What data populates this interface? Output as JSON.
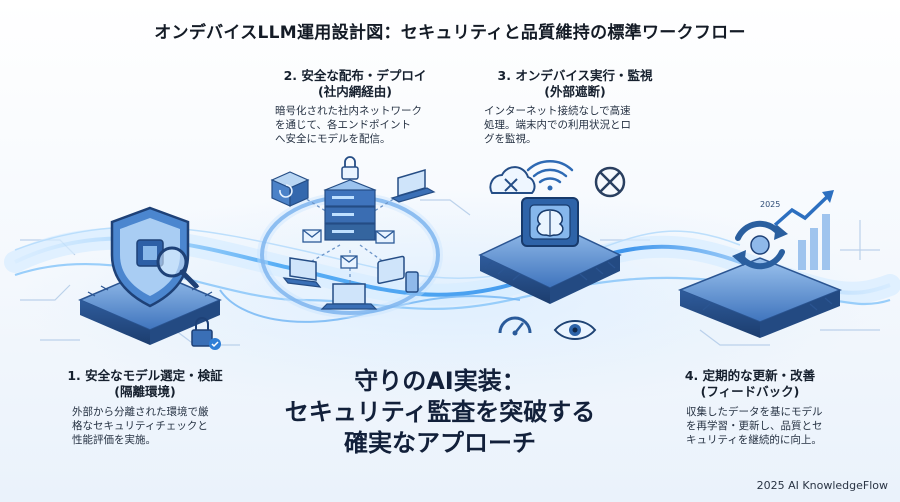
{
  "title": "オンデバイスLLM運用設計図：セキュリティと品質維持の標準ワークフロー",
  "steps": [
    {
      "heading": [
        "1. 安全なモデル選定・検証",
        "(隔離環境)"
      ],
      "description": [
        "外部から分離された環境で厳",
        "格なセキュリティチェックと",
        "性能評価を実施。"
      ],
      "icon": "shield-chip-icon"
    },
    {
      "heading": [
        "2. 安全な配布・デプロイ",
        "(社内網経由)"
      ],
      "description": [
        "暗号化された社内ネットワーク",
        "を通じて、各エンドポイント",
        "へ安全にモデルを配信。"
      ],
      "icon": "server-network-icon"
    },
    {
      "heading": [
        "3. オンデバイス実行・監視",
        "(外部遮断)"
      ],
      "description": [
        "インターネット接続なしで高速",
        "処理。端末内での利用状況とロ",
        "グを監視。"
      ],
      "icon": "brain-chip-icon"
    },
    {
      "heading": [
        "4. 定期的な更新・改善",
        "(フィードバック)"
      ],
      "description": [
        "収集したデータを基にモデル",
        "を再学習・更新し、品質とセ",
        "キュリティを継続的に向上。"
      ],
      "icon": "refresh-chip-icon"
    }
  ],
  "center_message": [
    "守りのAI実装：",
    "セキュリティ監査を突破する",
    "確実なアプローチ"
  ],
  "footer": "2025 AI KnowledgeFlow",
  "colors": {
    "accent": "#2f7fd6",
    "flow_glow": "#7fc4ff",
    "dark_text": "#12203a",
    "chip": "#5a8fd4"
  }
}
